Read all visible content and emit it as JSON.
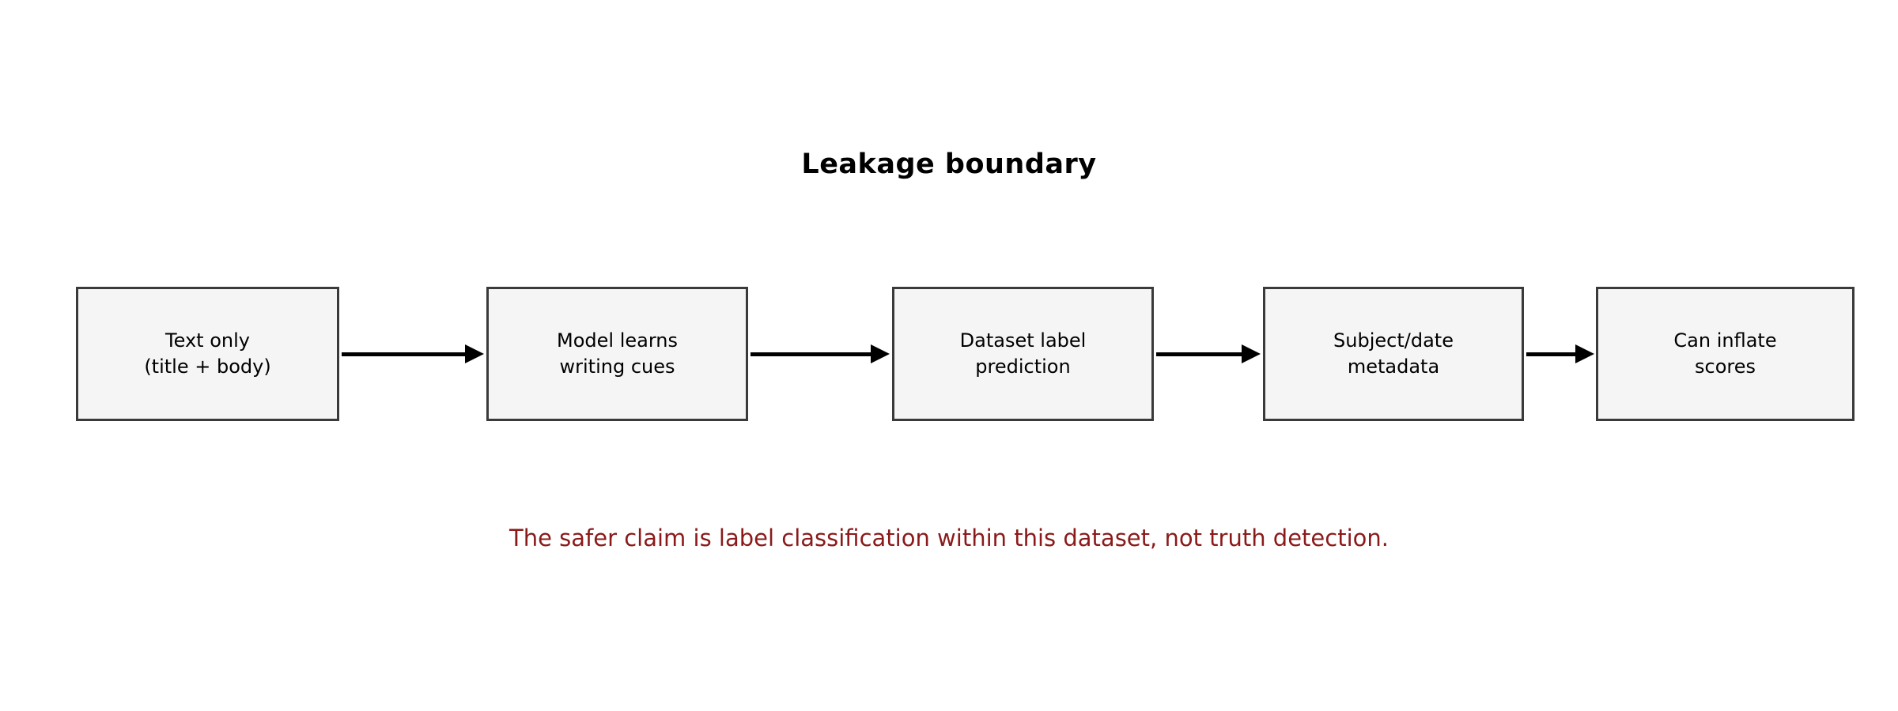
{
  "diagram": {
    "title": "Leakage boundary",
    "nodes": [
      {
        "label": "Text only\n(title + body)"
      },
      {
        "label": "Model learns\nwriting cues"
      },
      {
        "label": "Dataset label\nprediction"
      },
      {
        "label": "Subject/date\nmetadata"
      },
      {
        "label": "Can inflate\nscores"
      }
    ],
    "caption": "The safer claim is label classification within this dataset, not truth detection.",
    "colors": {
      "background": "#ffffff",
      "box_fill": "#f5f5f5",
      "box_border": "#3a3a3a",
      "arrow": "#000000",
      "title_text": "#000000",
      "caption_text": "#8b1a1a"
    }
  }
}
